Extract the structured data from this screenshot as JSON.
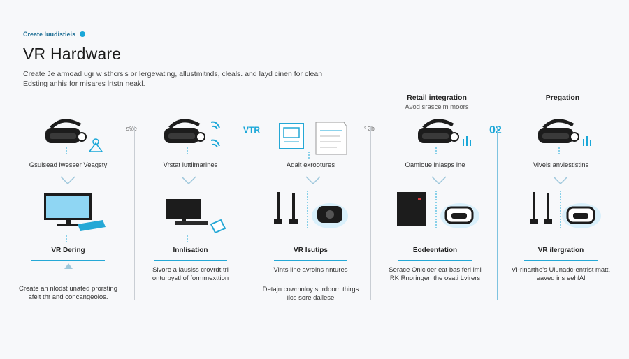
{
  "header": {
    "eyebrow": "Create luudistieis",
    "title": "VR Hardware",
    "desc_line1": "Create Je armoad ugr w sthcrs's or lergevating, allustmitnds, cleals. and layd cinen for clean",
    "desc_line2": "Edsting anhis for misares lrtstn neakl."
  },
  "top_labels": [
    {
      "title": "Retail integration",
      "sub": "Avod srasceim moors"
    },
    {
      "title": "Pregation",
      "sub": ""
    }
  ],
  "markers": {
    "m1": "s%e",
    "m2": "VTR",
    "m3": "°2b",
    "m4": "02"
  },
  "columns": [
    {
      "top_label": "Gsuisead iwesser Veagsty",
      "mid_label": "VR Dering",
      "desc_a": "",
      "desc_b": "Create an nlodst unated prorsting afelt thr and concangeoios."
    },
    {
      "top_label": "Vrstat luttlimarines",
      "mid_label": "Innlisation",
      "desc_a": "Sivore a lausiss crovrdt trl onturbystl of formmexttion",
      "desc_b": ""
    },
    {
      "top_label": "Adalt exrootures",
      "mid_label": "VR lsutips",
      "desc_a": "Vints line avroins nntures",
      "desc_b": "Detajn cowmnloy surdoom thirgs ilcs sore dallese"
    },
    {
      "top_label": "Oamloue lnlasps ine",
      "mid_label": "Eodeentation",
      "desc_a": "Serace Onicloer eat bas ferl lml RK Rnoringen the osati Lvirers",
      "desc_b": ""
    },
    {
      "top_label": "Vivels anvlestistins",
      "mid_label": "VR ilergration",
      "desc_a": "VI-rinarthe's Ulunadc-entrist matt. eaved ins eehlAl",
      "desc_b": ""
    }
  ],
  "colors": {
    "accent": "#1aa7d8",
    "bar": "#25a8d6",
    "dark": "#1c1c1c"
  }
}
